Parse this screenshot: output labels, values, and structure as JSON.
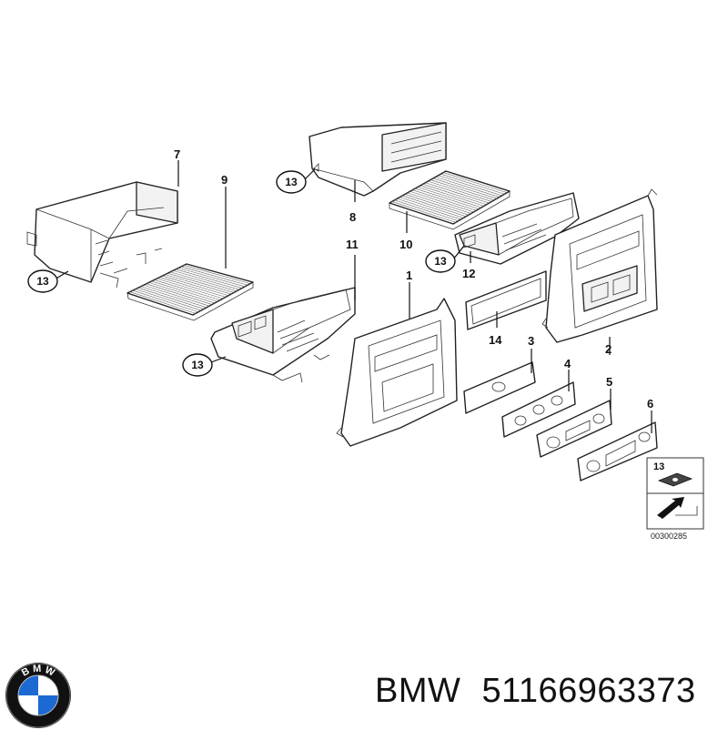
{
  "part_labels": [
    "1",
    "2",
    "3",
    "4",
    "5",
    "6",
    "7",
    "8",
    "9",
    "10",
    "11",
    "12",
    "13",
    "14"
  ],
  "callout_label": "13",
  "inset": {
    "number": "13",
    "reference": "00300285"
  },
  "caption": {
    "brand": "BMW",
    "part_number": "51166963373"
  },
  "logo": {
    "lettering": "BMW",
    "colors": [
      "#1c69d4",
      "#ffffff",
      "#111111"
    ]
  }
}
